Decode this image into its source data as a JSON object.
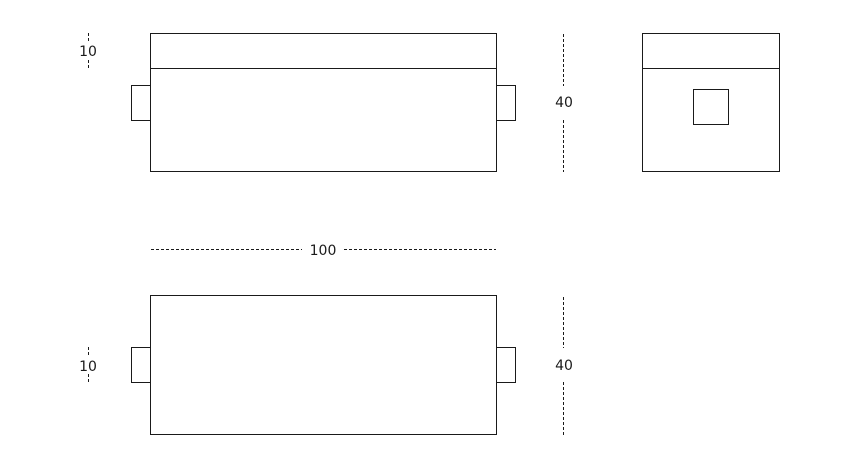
{
  "dimensions": {
    "lid_height": "10",
    "height_top": "40",
    "length": "100",
    "handle_height": "10",
    "height_bottom": "40"
  }
}
